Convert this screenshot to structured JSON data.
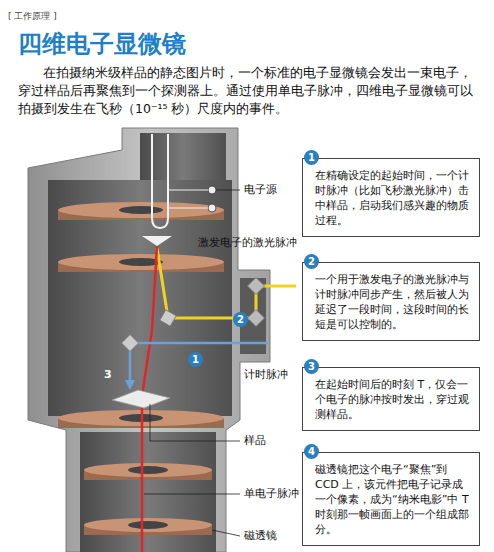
{
  "diagram": {
    "title": "四维电子显微镜",
    "nodes": [
      {
        "text": [
          "1"
        ]
      },
      {
        "text": [
          "在精确设定的起始时间，一个计时脉冲（比如飞秒激光脉冲）击中样品，启动我们感兴趣的物质过程。"
        ]
      },
      {
        "text": [
          "2"
        ]
      },
      {
        "text": [
          "一个用于激发电子的激光脉冲与计时脉冲同步产生，然后被人为延迟了一段时间，这段时间的长短是可以控制的。"
        ]
      },
      {
        "text": [
          "3"
        ]
      },
      {
        "text": [
          "在起始时间后的时刻 T，仅会一个电子的脉冲按时发出，穿过观测样品。"
        ]
      },
      {
        "text": [
          "4"
        ]
      },
      {
        "text": [
          "磁透镜把这个电子“聚焦”到 CCD 上，该元件把电子记录成一个像素，成为“纳米电影”中 T 时刻那一帧画面上的一个组成部分。"
        ]
      }
    ],
    "labels": [
      "[ 工作原理 ]",
      "在拍摄纳米级样品的静态图片时，一个标准的电子显微镜会发出一束电子，穿过样品后再聚焦到一个探测器上。通过使用单电子脉冲，四维电子显微镜可以拍摄到发生在飞秒（10⁻¹⁵ 秒）尺度内的事件。",
      "电子源",
      "激发电子的激光脉冲",
      "2",
      "1",
      "计时脉冲",
      "3",
      "样品",
      "单电子脉冲",
      "磁透镜"
    ]
  }
}
